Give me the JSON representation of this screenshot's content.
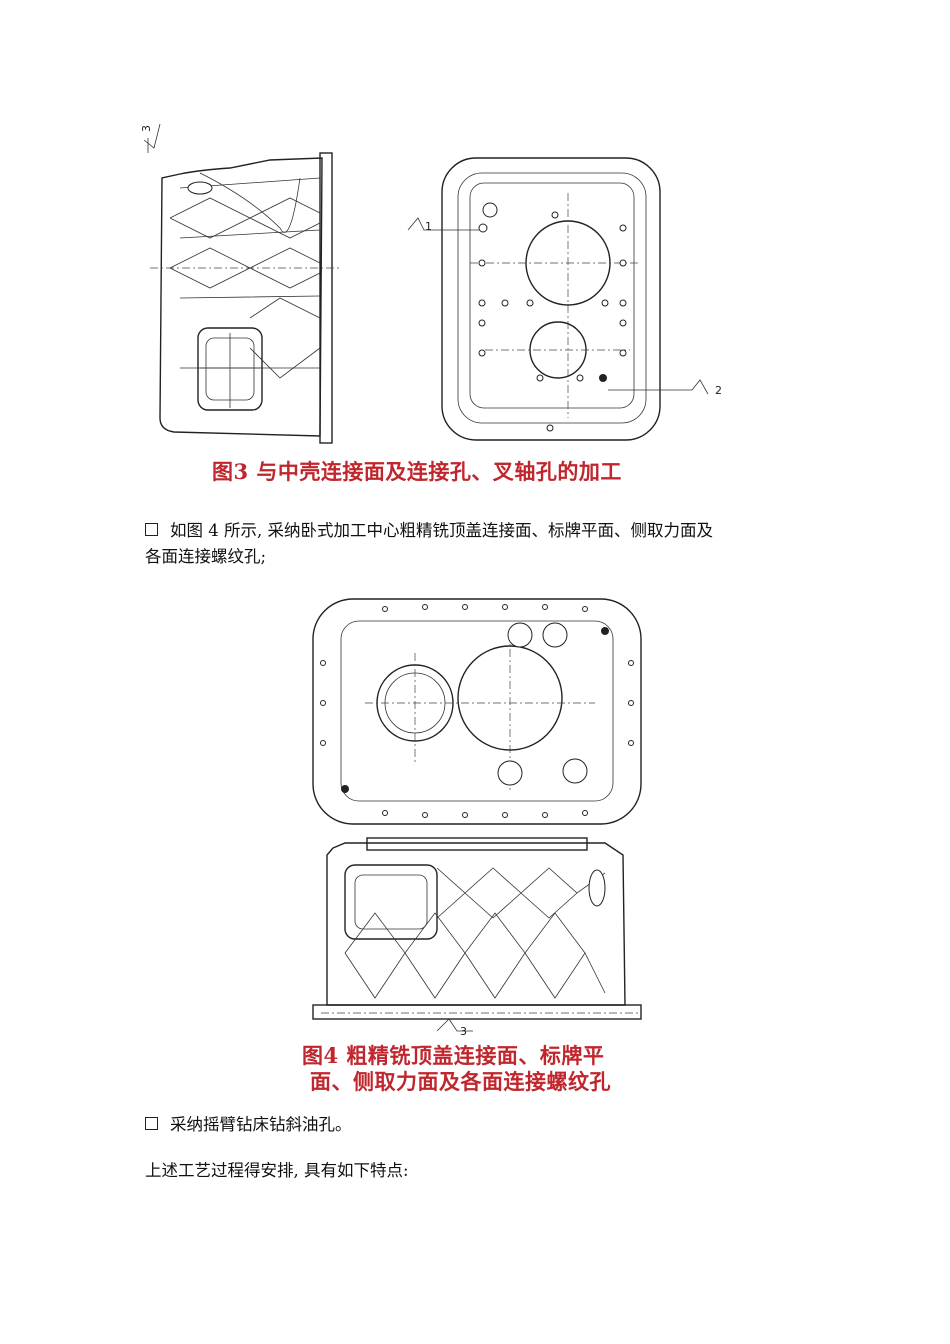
{
  "figures": {
    "fig3": {
      "caption": "图3    与中壳连接面及连接孔、叉轴孔的加工",
      "marks": {
        "m1": "1",
        "m2": "2",
        "m3": "3"
      }
    },
    "fig4": {
      "caption_line1": "图4    粗精铣顶盖连接面、标牌平",
      "caption_line2": "面、侧取力面及各面连接螺纹孔",
      "marks": {
        "m3": "3"
      }
    }
  },
  "paragraphs": {
    "p1_line1": "如图 4 所示, 采纳卧式加工中心粗精铣顶盖连接面、标牌平面、侧取力面及",
    "p1_line2": "各面连接螺纹孔;",
    "p2": "采纳摇臂钻床钻斜油孔。",
    "p3": "上述工艺过程得安排, 具有如下特点:"
  },
  "colors": {
    "caption": "#c0262d",
    "text": "#111111"
  }
}
